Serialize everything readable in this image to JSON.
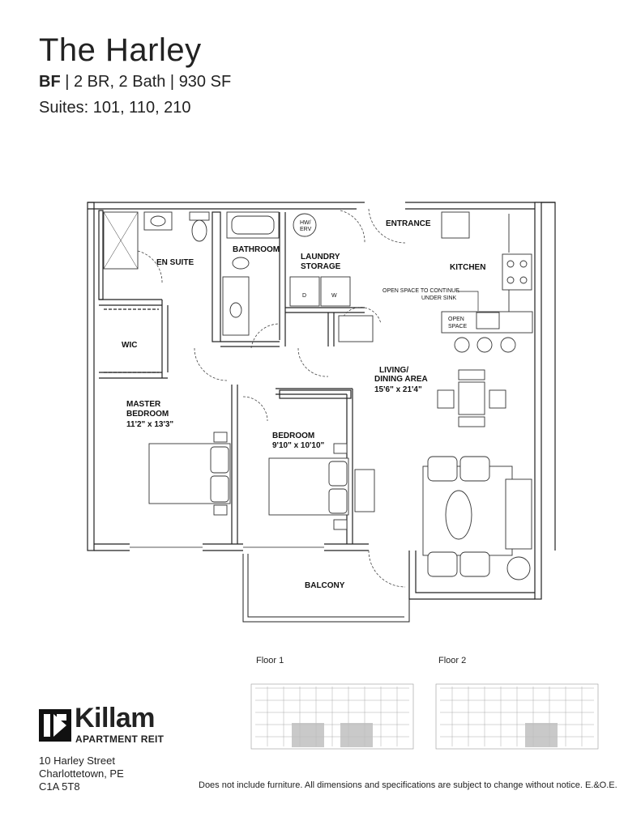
{
  "header": {
    "title": "The Harley",
    "unit_code": "BF",
    "unit_info": " | 2 BR, 2 Bath | 930 SF",
    "suites": "Suites: 101, 110, 210"
  },
  "rooms": {
    "entrance": "ENTRANCE",
    "bathroom": "BATHROOM",
    "laundry_line1": "LAUNDRY",
    "laundry_line2": "STORAGE",
    "en_suite": "EN SUITE",
    "kitchen": "KITCHEN",
    "kitchen_note_line1": "OPEN SPACE TO CONTINUE",
    "kitchen_note_line2": "UNDER SINK",
    "open_space_line1": "OPEN",
    "open_space_line2": "SPACE",
    "hw_line1": "HW/",
    "hw_line2": "ERV",
    "dryer": "D",
    "washer": "W",
    "wic": "WIC",
    "living_line1": "LIVING/",
    "living_line2": "DINING AREA",
    "living_dims": "15'6\" x 21'4\"",
    "master_line1": "MASTER",
    "master_line2": "BEDROOM",
    "master_dims": "11'2\" x 13'3\"",
    "bedroom_line1": "BEDROOM",
    "bedroom_dims": "9'10\" x 10'10\"",
    "balcony": "BALCONY"
  },
  "floors": {
    "floor1": "Floor 1",
    "floor2": "Floor 2"
  },
  "brand": {
    "name": "Killam",
    "sub": "APARTMENT REIT"
  },
  "address": {
    "line1": "10 Harley Street",
    "line2": "Charlottetown,  PE",
    "line3": "C1A 5T8"
  },
  "disclaimer": "Does not include furniture. All dimensions and specifications are subject to change without notice. E.&O.E."
}
